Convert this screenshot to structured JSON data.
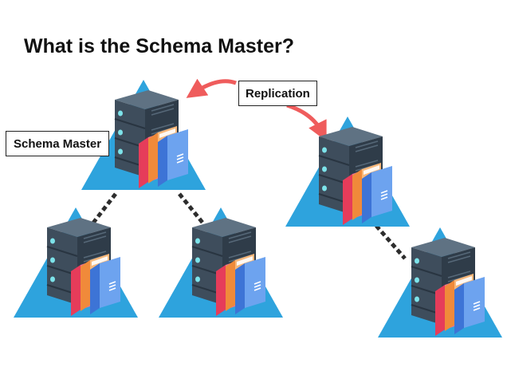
{
  "title": "What is the Schema Master?",
  "labels": {
    "schema_master": "Schema Master",
    "replication": "Replication"
  },
  "colors": {
    "triangle": "#2ea3dd",
    "server_dark": "#3e4d5c",
    "server_top": "#5f7283",
    "server_side": "#2f3c49",
    "led": "#7de3ea",
    "dashed_link": "#2d2d2d",
    "replication_arrow": "#ef5c5c",
    "folder_pink": "#f0738a",
    "folder_red": "#e63c5a",
    "folder_peach": "#f8b87a",
    "folder_orange": "#f08a3a",
    "folder_blue": "#6da3ef",
    "folder_blue_dark": "#3d74d6"
  },
  "nodes": [
    {
      "id": "schema-master",
      "role": "Schema Master"
    },
    {
      "id": "dc-bottom-left"
    },
    {
      "id": "dc-bottom-center"
    },
    {
      "id": "dc-right"
    },
    {
      "id": "dc-bottom-right"
    }
  ]
}
